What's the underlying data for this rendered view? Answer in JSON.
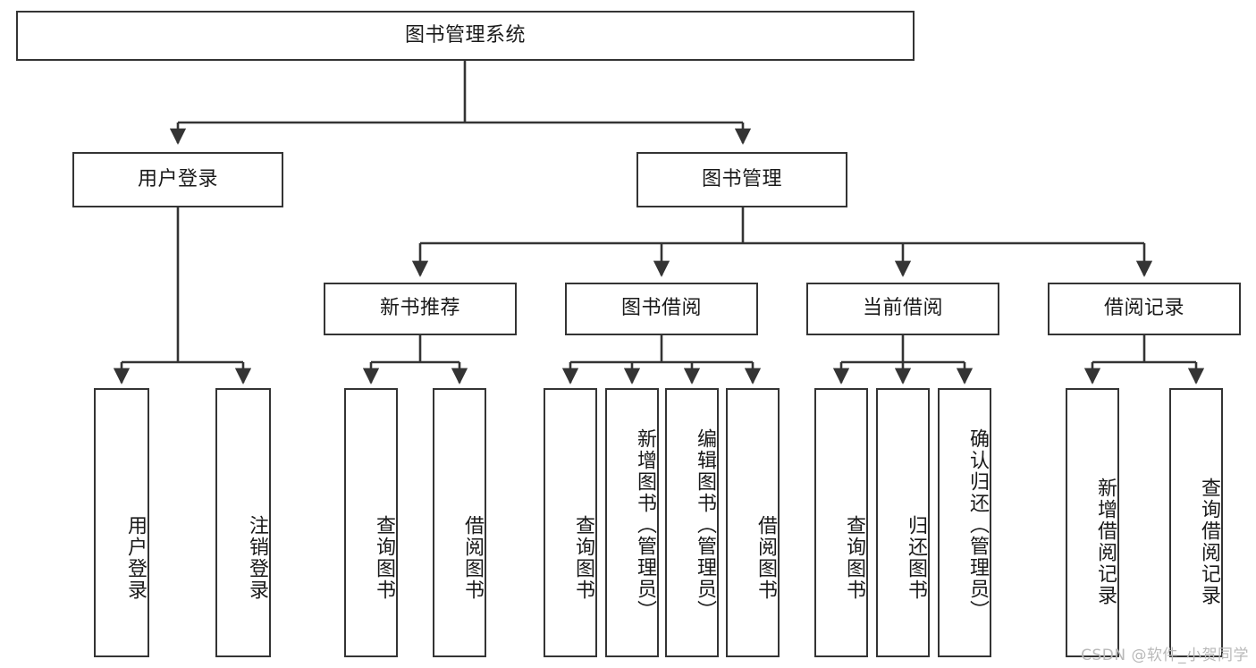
{
  "diagram": {
    "type": "tree-hierarchy-chart",
    "title": "图书管理系统",
    "colors": {
      "box_border": "#343434",
      "box_fill": "#ffffff",
      "edge": "#343434",
      "text": "#1a1a1a",
      "watermark": "#b9b9b9",
      "background": "#ffffff"
    },
    "root": {
      "label": "图书管理系统"
    },
    "level1": [
      {
        "label": "用户登录"
      },
      {
        "label": "图书管理"
      }
    ],
    "level2": [
      {
        "label": "新书推荐"
      },
      {
        "label": "图书借阅"
      },
      {
        "label": "当前借阅"
      },
      {
        "label": "借阅记录"
      }
    ],
    "leaves": {
      "user_login": [
        {
          "label": "用户登录"
        },
        {
          "label": "注销登录"
        }
      ],
      "new_book_recommend": [
        {
          "label": "查询图书"
        },
        {
          "label": "借阅图书"
        }
      ],
      "book_borrow": [
        {
          "label": "查询图书"
        },
        {
          "label": "新增图书（管理员）"
        },
        {
          "label": "编辑图书（管理员）"
        },
        {
          "label": "借阅图书"
        }
      ],
      "current_borrow": [
        {
          "label": "查询图书"
        },
        {
          "label": "归还图书"
        },
        {
          "label": "确认归还（管理员）"
        }
      ],
      "borrow_record": [
        {
          "label": "新增借阅记录"
        },
        {
          "label": "查询借阅记录"
        }
      ]
    }
  },
  "watermark": {
    "text": "CSDN @软件_小贺同学"
  }
}
